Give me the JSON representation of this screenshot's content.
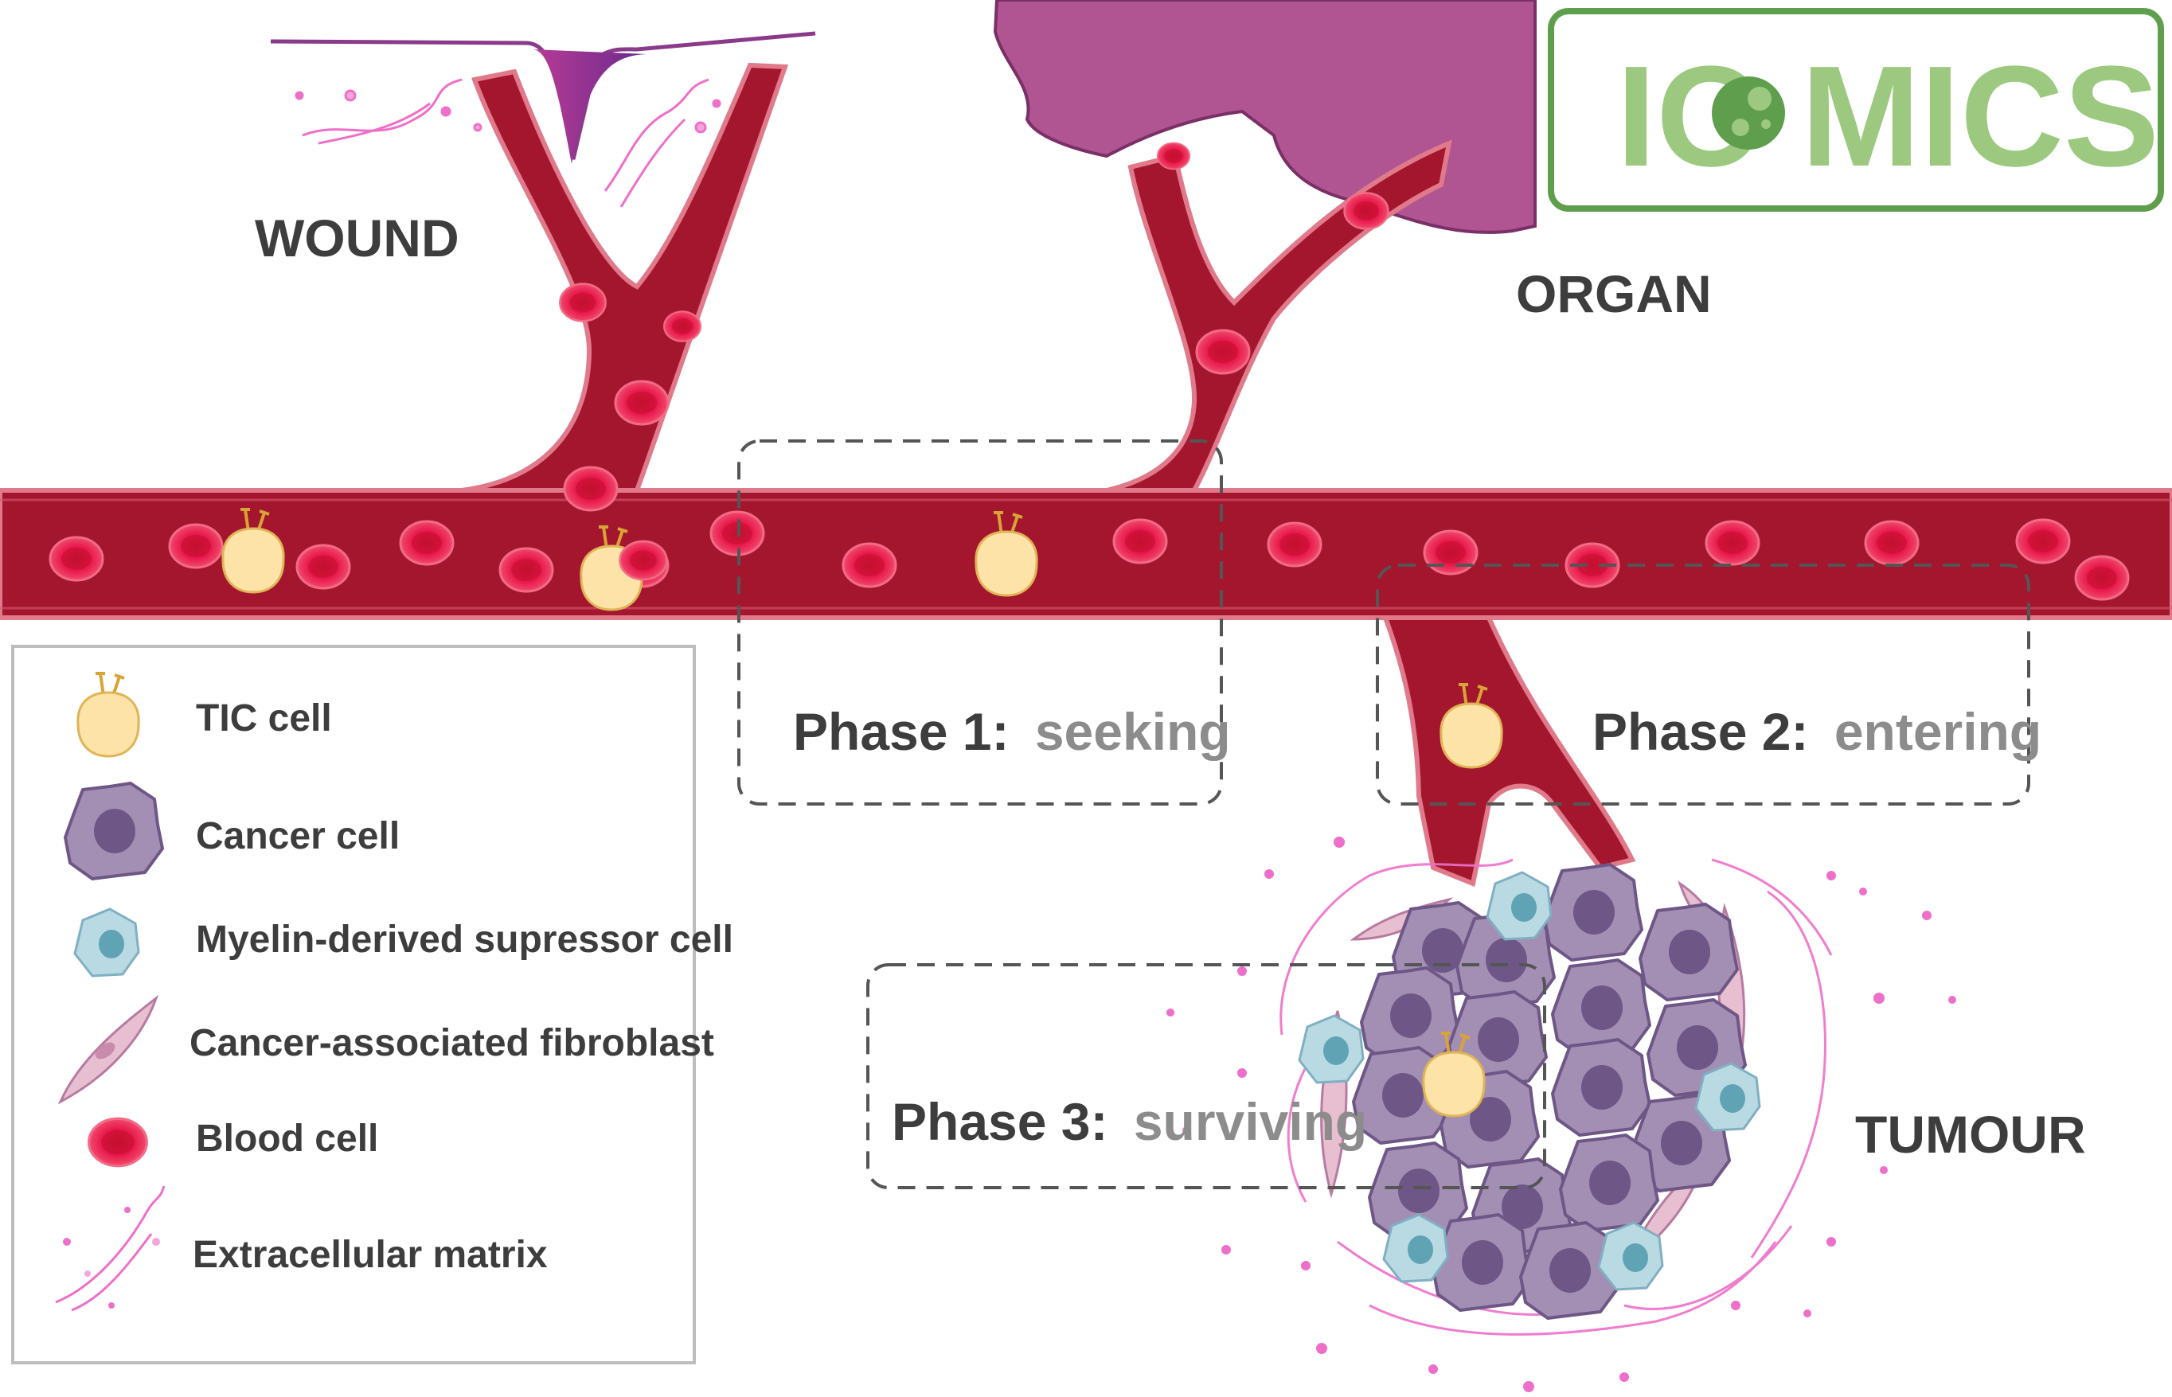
{
  "logo": {
    "text_left": "IC",
    "text_right": "MICS",
    "color": "#9cc97f",
    "dark_color": "#5f9e4d"
  },
  "labels": {
    "wound": "WOUND",
    "organ": "ORGAN",
    "tumour": "TUMOUR"
  },
  "phases": [
    {
      "title": "Phase 1:",
      "stage": "seeking"
    },
    {
      "title": "Phase 2:",
      "stage": "entering"
    },
    {
      "title": "Phase 3:",
      "stage": "surviving"
    }
  ],
  "legend": [
    {
      "icon": "tic-cell-icon",
      "label": "TIC cell"
    },
    {
      "icon": "cancer-cell-icon",
      "label": "Cancer cell"
    },
    {
      "icon": "myelin-suppressor-cell-icon",
      "label": "Myelin-derived supressor cell"
    },
    {
      "icon": "fibroblast-icon",
      "label": "Cancer-associated fibroblast"
    },
    {
      "icon": "blood-cell-icon",
      "label": "Blood cell"
    },
    {
      "icon": "extracellular-matrix-icon",
      "label": "Extracellular matrix"
    }
  ],
  "colors": {
    "vessel": "#a3162e",
    "vessel_edge": "#e07a8a",
    "blood_cell": "#e8174a",
    "tic_cell": "#fde3a7",
    "cancer_cell": "#a48fb4",
    "cancer_nucleus": "#6e5787",
    "suppressor_cell": "#b9d9e3",
    "fibroblast": "#e7bfd1",
    "matrix": "#ee6fc9",
    "organ": "#b05492",
    "phase_box": "#555555"
  }
}
